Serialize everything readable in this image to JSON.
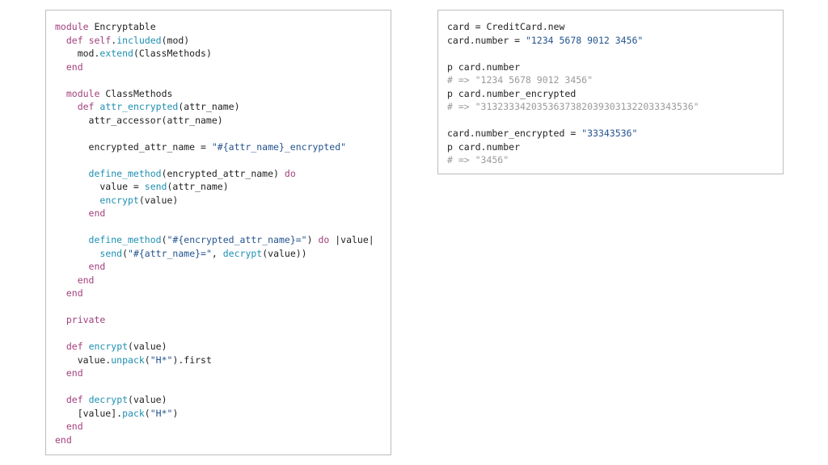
{
  "colors": {
    "keyword": "#a23f7d",
    "method": "#1e8fb2",
    "string": "#24538f",
    "comment": "#9a9a9a",
    "text": "#1f1f1f",
    "panel_border": "#bdbdbd",
    "background": "#ffffff"
  },
  "left_panel": {
    "lines": [
      [
        {
          "t": "kw",
          "v": "module"
        },
        {
          "t": "plain",
          "v": " Encryptable"
        }
      ],
      [
        {
          "t": "plain",
          "v": "  "
        },
        {
          "t": "kw",
          "v": "def"
        },
        {
          "t": "plain",
          "v": " "
        },
        {
          "t": "kw",
          "v": "self"
        },
        {
          "t": "plain",
          "v": "."
        },
        {
          "t": "fn",
          "v": "included"
        },
        {
          "t": "plain",
          "v": "(mod)"
        }
      ],
      [
        {
          "t": "plain",
          "v": "    mod."
        },
        {
          "t": "fn",
          "v": "extend"
        },
        {
          "t": "plain",
          "v": "(ClassMethods)"
        }
      ],
      [
        {
          "t": "plain",
          "v": "  "
        },
        {
          "t": "kw",
          "v": "end"
        }
      ],
      [],
      [
        {
          "t": "plain",
          "v": "  "
        },
        {
          "t": "kw",
          "v": "module"
        },
        {
          "t": "plain",
          "v": " ClassMethods"
        }
      ],
      [
        {
          "t": "plain",
          "v": "    "
        },
        {
          "t": "kw",
          "v": "def"
        },
        {
          "t": "plain",
          "v": " "
        },
        {
          "t": "fn",
          "v": "attr_encrypted"
        },
        {
          "t": "plain",
          "v": "(attr_name)"
        }
      ],
      [
        {
          "t": "plain",
          "v": "      attr_accessor(attr_name)"
        }
      ],
      [],
      [
        {
          "t": "plain",
          "v": "      encrypted_attr_name = "
        },
        {
          "t": "str",
          "v": "\"#{attr_name}_encrypted\""
        }
      ],
      [],
      [
        {
          "t": "plain",
          "v": "      "
        },
        {
          "t": "fn",
          "v": "define_method"
        },
        {
          "t": "plain",
          "v": "(encrypted_attr_name) "
        },
        {
          "t": "kw",
          "v": "do"
        }
      ],
      [
        {
          "t": "plain",
          "v": "        value = "
        },
        {
          "t": "fn",
          "v": "send"
        },
        {
          "t": "plain",
          "v": "(attr_name)"
        }
      ],
      [
        {
          "t": "plain",
          "v": "        "
        },
        {
          "t": "fn",
          "v": "encrypt"
        },
        {
          "t": "plain",
          "v": "(value)"
        }
      ],
      [
        {
          "t": "plain",
          "v": "      "
        },
        {
          "t": "kw",
          "v": "end"
        }
      ],
      [],
      [
        {
          "t": "plain",
          "v": "      "
        },
        {
          "t": "fn",
          "v": "define_method"
        },
        {
          "t": "plain",
          "v": "("
        },
        {
          "t": "str",
          "v": "\"#{encrypted_attr_name}=\""
        },
        {
          "t": "plain",
          "v": ") "
        },
        {
          "t": "kw",
          "v": "do"
        },
        {
          "t": "plain",
          "v": " |value|"
        }
      ],
      [
        {
          "t": "plain",
          "v": "        "
        },
        {
          "t": "fn",
          "v": "send"
        },
        {
          "t": "plain",
          "v": "("
        },
        {
          "t": "str",
          "v": "\"#{attr_name}=\""
        },
        {
          "t": "plain",
          "v": ", "
        },
        {
          "t": "fn",
          "v": "decrypt"
        },
        {
          "t": "plain",
          "v": "(value))"
        }
      ],
      [
        {
          "t": "plain",
          "v": "      "
        },
        {
          "t": "kw",
          "v": "end"
        }
      ],
      [
        {
          "t": "plain",
          "v": "    "
        },
        {
          "t": "kw",
          "v": "end"
        }
      ],
      [
        {
          "t": "plain",
          "v": "  "
        },
        {
          "t": "kw",
          "v": "end"
        }
      ],
      [],
      [
        {
          "t": "plain",
          "v": "  "
        },
        {
          "t": "kw",
          "v": "private"
        }
      ],
      [],
      [
        {
          "t": "plain",
          "v": "  "
        },
        {
          "t": "kw",
          "v": "def"
        },
        {
          "t": "plain",
          "v": " "
        },
        {
          "t": "fn",
          "v": "encrypt"
        },
        {
          "t": "plain",
          "v": "(value)"
        }
      ],
      [
        {
          "t": "plain",
          "v": "    value."
        },
        {
          "t": "fn",
          "v": "unpack"
        },
        {
          "t": "plain",
          "v": "("
        },
        {
          "t": "str",
          "v": "\"H*\""
        },
        {
          "t": "plain",
          "v": ").first"
        }
      ],
      [
        {
          "t": "plain",
          "v": "  "
        },
        {
          "t": "kw",
          "v": "end"
        }
      ],
      [],
      [
        {
          "t": "plain",
          "v": "  "
        },
        {
          "t": "kw",
          "v": "def"
        },
        {
          "t": "plain",
          "v": " "
        },
        {
          "t": "fn",
          "v": "decrypt"
        },
        {
          "t": "plain",
          "v": "(value)"
        }
      ],
      [
        {
          "t": "plain",
          "v": "    [value]."
        },
        {
          "t": "fn",
          "v": "pack"
        },
        {
          "t": "plain",
          "v": "("
        },
        {
          "t": "str",
          "v": "\"H*\""
        },
        {
          "t": "plain",
          "v": ")"
        }
      ],
      [
        {
          "t": "plain",
          "v": "  "
        },
        {
          "t": "kw",
          "v": "end"
        }
      ],
      [
        {
          "t": "kw",
          "v": "end"
        }
      ]
    ]
  },
  "right_panel": {
    "lines": [
      [
        {
          "t": "plain",
          "v": "card = CreditCard.new"
        }
      ],
      [
        {
          "t": "plain",
          "v": "card.number = "
        },
        {
          "t": "str",
          "v": "\"1234 5678 9012 3456\""
        }
      ],
      [],
      [
        {
          "t": "plain",
          "v": "p card.number"
        }
      ],
      [
        {
          "t": "cm",
          "v": "# => \"1234 5678 9012 3456\""
        }
      ],
      [
        {
          "t": "plain",
          "v": "p card.number_encrypted"
        }
      ],
      [
        {
          "t": "cm",
          "v": "# => \"31323334203536373820393031322033343536\""
        }
      ],
      [],
      [
        {
          "t": "plain",
          "v": "card.number_encrypted = "
        },
        {
          "t": "str",
          "v": "\"33343536\""
        }
      ],
      [
        {
          "t": "plain",
          "v": "p card.number"
        }
      ],
      [
        {
          "t": "cm",
          "v": "# => \"3456\""
        }
      ]
    ]
  }
}
